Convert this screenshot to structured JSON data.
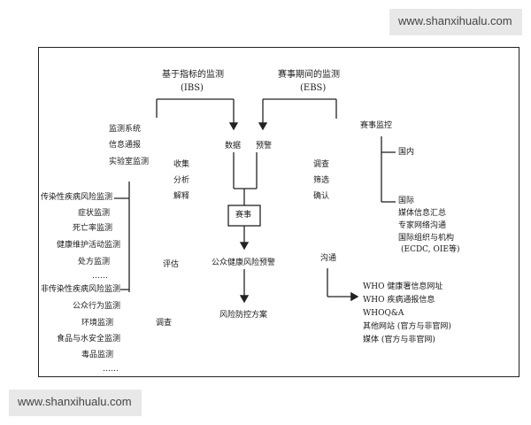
{
  "watermark": "www.shanxihualu.com",
  "ibs": {
    "title": "基于指标的监测",
    "abbr": "(IBS)"
  },
  "ebs": {
    "title": "赛事期间的监测",
    "abbr": "(EBS)"
  },
  "left_systems": [
    "监测系统",
    "信息通报",
    "实验室监测"
  ],
  "mid_left_actions": [
    "收集",
    "分析",
    "解释"
  ],
  "data": "数据",
  "warning": "预警",
  "mid_right_actions": [
    "调查",
    "筛选",
    "确认"
  ],
  "event_monitor": "赛事监控",
  "domestic": "国内",
  "international": [
    "国际",
    "媒体信息汇总",
    "专家网络沟通",
    "国际组织与机构",
    "(ECDC, OIE等)"
  ],
  "event": "赛事",
  "public_warning": "公众健康风险预警",
  "plan": "风险防控方案",
  "communication": "沟通",
  "who_items": [
    "WHO 健康署信息网址",
    "WHO 疾病通报信息",
    "WHOQ&A",
    "其他网站 (官方与非官网)",
    "媒体 (官方与非官网)"
  ],
  "infectious_head": "传染性疾病风险监测",
  "infectious_items": [
    "症状监测",
    "死亡率监测",
    "健康维护活动监测",
    "处方监测",
    "……"
  ],
  "noninfectious_head": "非传染性疾病风险监测",
  "noninfectious_items": [
    "公众行为监测",
    "环境监测",
    "食品与水安全监测",
    "毒品监测",
    "……"
  ],
  "evaluate": "评估",
  "investigate": "调查"
}
